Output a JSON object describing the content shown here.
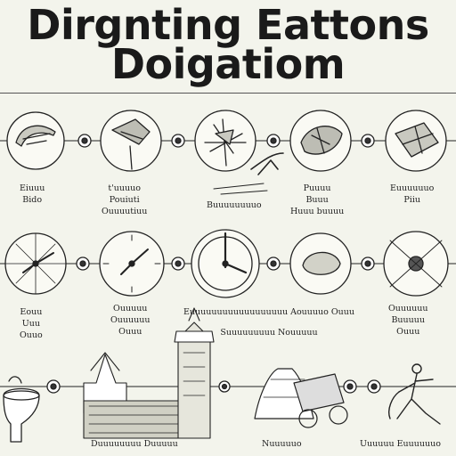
{
  "title": {
    "line1": "Dirgnting Eattons",
    "line2": "Doigatiom"
  },
  "rows": [
    {
      "labels": [
        {
          "lines": [
            "Eiuuu",
            "Bido"
          ]
        },
        {
          "lines": [
            "t'uuuuo",
            "Pouiuti",
            "Ouuuutiuu"
          ]
        },
        {
          "lines": [
            "Buuuuuuuuo"
          ]
        },
        {
          "lines": [
            "Puuuu",
            "Buuu",
            "Huuu buuuu"
          ]
        },
        {
          "lines": [
            "Euuuuuuo",
            "Piiu"
          ]
        }
      ]
    },
    {
      "labels": [
        {
          "lines": [
            "Eouu",
            "Uuu",
            "Ouuo"
          ]
        },
        {
          "lines": [
            "Ouuuuu",
            "Ouuuuuu",
            "Ouuu"
          ]
        },
        {
          "lines": [
            "Euuuuuuuuuuuuuuuuuu Aouuuuo Ouuu",
            "Suuuuuuuuu Nouuuuu"
          ]
        },
        {
          "lines": [
            "Ouuuuuu",
            "Buuuuu",
            "Ouuu"
          ]
        }
      ]
    },
    {
      "labels": [
        {
          "lines": [
            "Duuuuuuuu Duuuuu"
          ]
        },
        {
          "lines": [
            "Nuuuuuo"
          ]
        },
        {
          "lines": [
            "Uuuuuu Euuuuuuo"
          ]
        }
      ]
    }
  ]
}
